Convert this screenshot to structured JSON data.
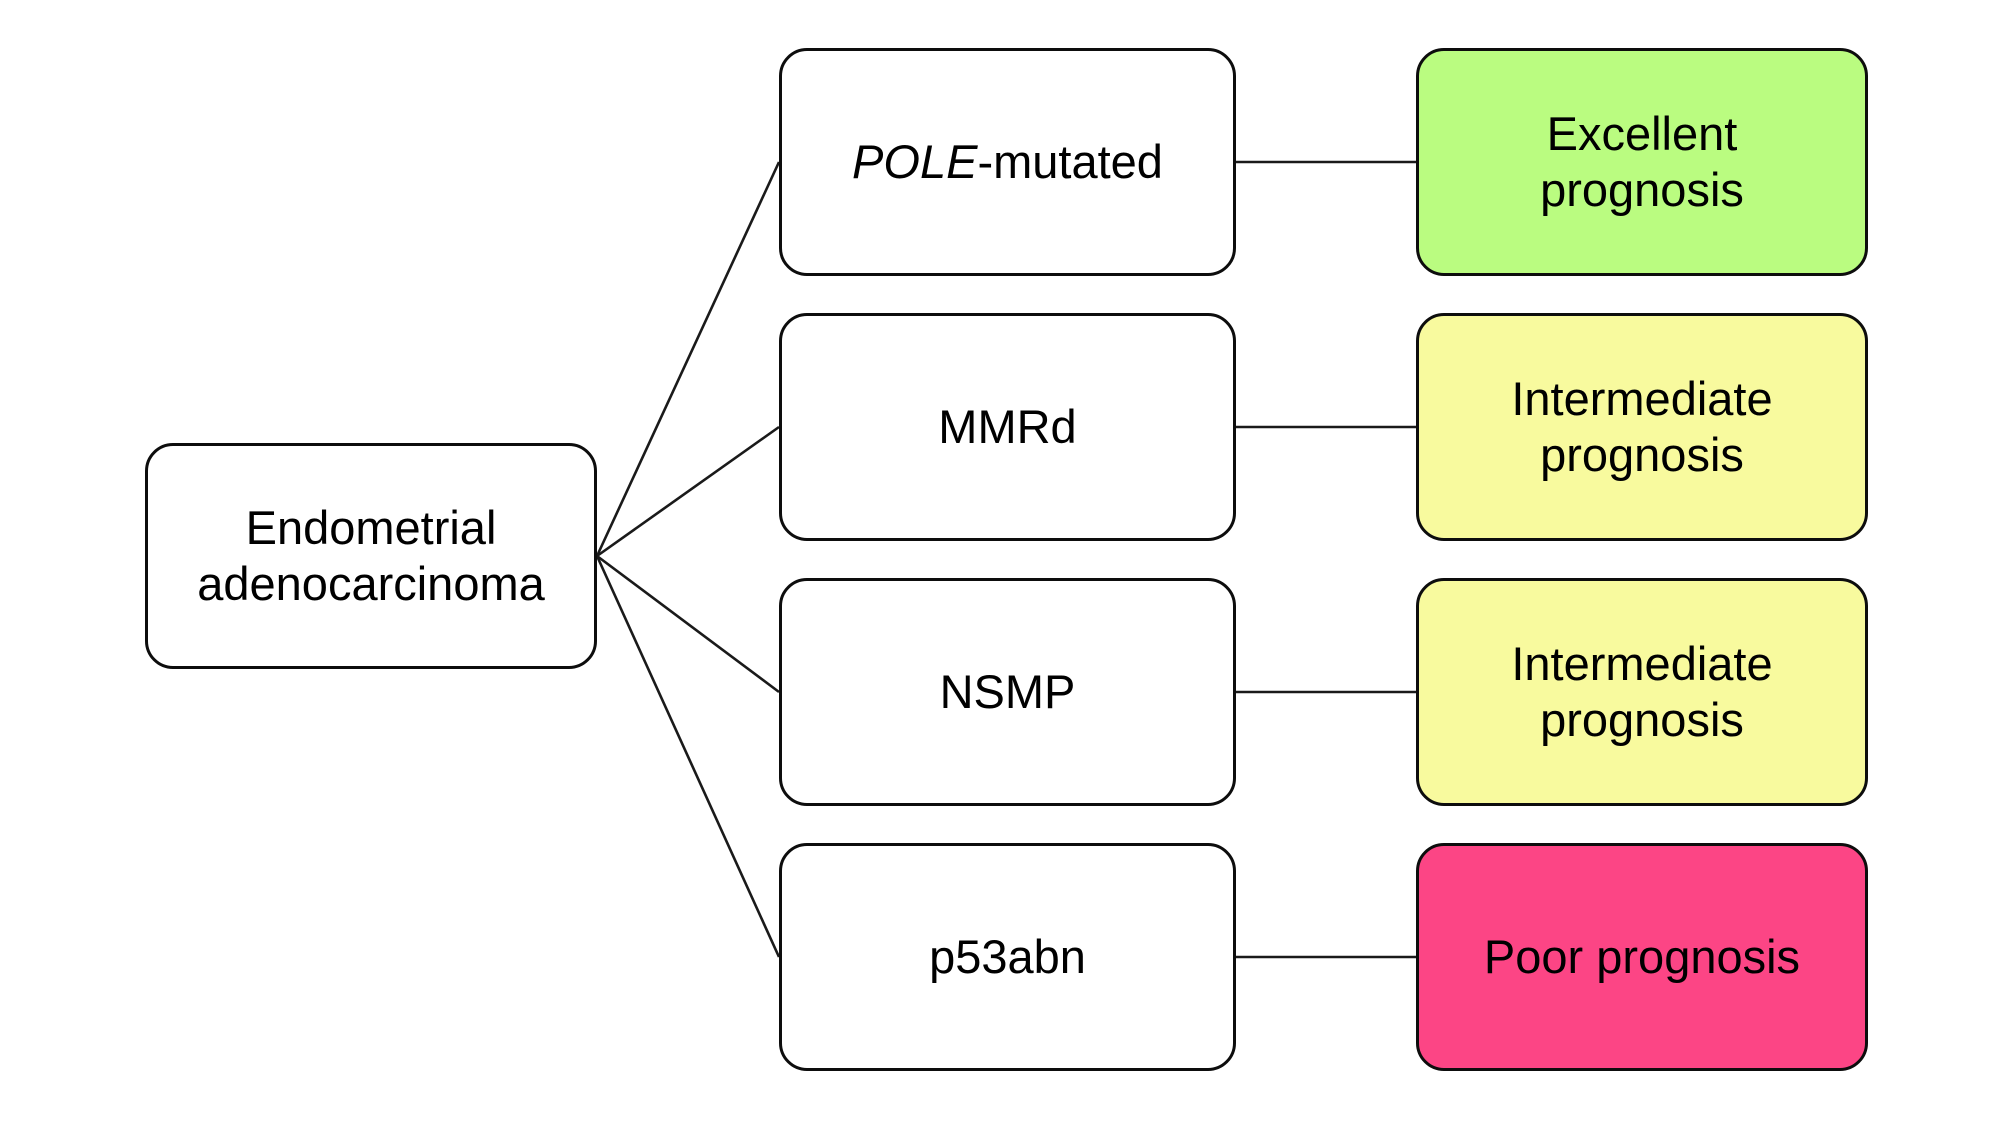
{
  "diagram": {
    "root": {
      "label": "Endometrial\nadenocarcinoma"
    },
    "subtypes": [
      {
        "label_italic": "POLE",
        "label_regular": "-mutated",
        "prognosis": "Excellent\nprognosis",
        "prognosis_color": "#BAFC80"
      },
      {
        "label": "MMRd",
        "prognosis": "Intermediate\nprognosis",
        "prognosis_color": "#F8FA9E"
      },
      {
        "label": "NSMP",
        "prognosis": "Intermediate\nprognosis",
        "prognosis_color": "#F8FA9E"
      },
      {
        "label": "p53abn",
        "prognosis": "Poor prognosis",
        "prognosis_color": "#FC4585"
      }
    ],
    "colors": {
      "background": "#FFFFFF",
      "box_fill": "#FFFFFF",
      "box_border": "#0D0D0D",
      "connector_line": "#1A1A1A",
      "text": "#000000",
      "excellent_fill": "#BAFC80",
      "intermediate_fill": "#F8FA9E",
      "poor_fill": "#FC4585"
    }
  }
}
